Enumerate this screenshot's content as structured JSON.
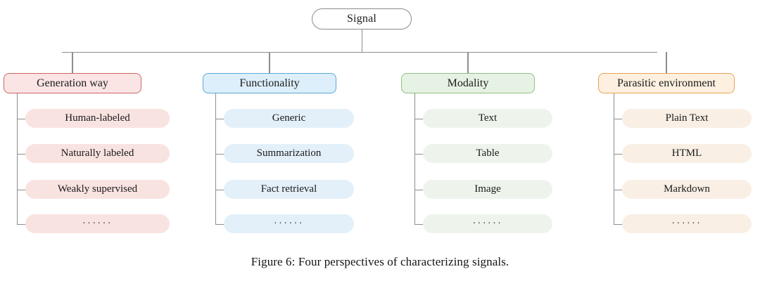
{
  "figure": {
    "caption": "Figure 6: Four perspectives of characterizing signals.",
    "root": {
      "label": "Signal",
      "border_color": "#8a8a8a",
      "fill_color": "#ffffff"
    },
    "connector_color": "#8d8d8d",
    "categories": [
      {
        "label": "Generation way",
        "header_fill": "#fae4e4",
        "header_border": "#d06666",
        "leaf_fill": "#f9e3e1",
        "leaves": [
          {
            "label": "Human-labeled"
          },
          {
            "label": "Naturally labeled"
          },
          {
            "label": "Weakly supervised"
          },
          {
            "label": "······"
          }
        ]
      },
      {
        "label": "Functionality",
        "header_fill": "#ddeffa",
        "header_border": "#5aa8d6",
        "leaf_fill": "#e3f0fa",
        "leaves": [
          {
            "label": "Generic"
          },
          {
            "label": "Summarization"
          },
          {
            "label": "Fact retrieval"
          },
          {
            "label": "······"
          }
        ]
      },
      {
        "label": "Modality",
        "header_fill": "#e6f2e3",
        "header_border": "#8fc183",
        "leaf_fill": "#eef4ec",
        "leaves": [
          {
            "label": "Text"
          },
          {
            "label": "Table"
          },
          {
            "label": "Image"
          },
          {
            "label": "······"
          }
        ]
      },
      {
        "label": "Parasitic environment",
        "header_fill": "#fdf0e0",
        "header_border": "#e9a155",
        "leaf_fill": "#f9efe4",
        "leaves": [
          {
            "label": "Plain Text"
          },
          {
            "label": "HTML"
          },
          {
            "label": "Markdown"
          },
          {
            "label": "······"
          }
        ]
      }
    ]
  }
}
